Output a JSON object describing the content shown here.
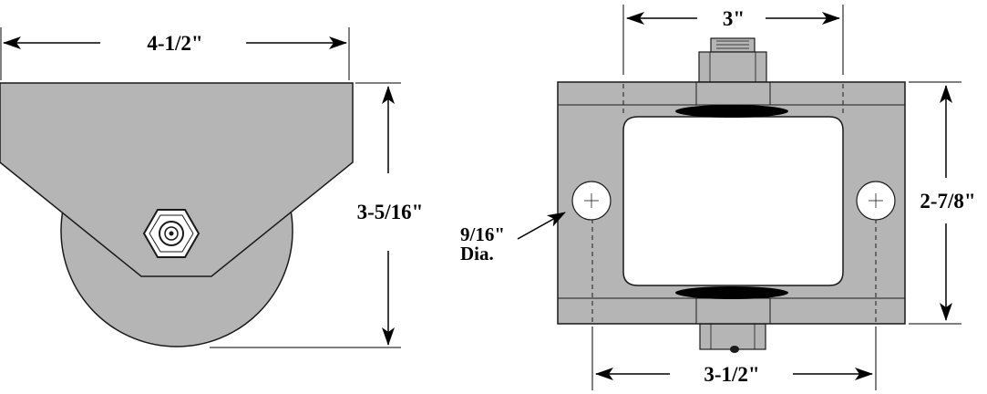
{
  "colors": {
    "body_fill": "#b5b5b5",
    "line": "#1a1a1a",
    "paper": "#ffffff",
    "slot": "#000000"
  },
  "side_view": {
    "width_label": "4-1/2\"",
    "height_label": "3-5/16\""
  },
  "top_view": {
    "top_width_label": "3\"",
    "height_label": "2-7/8\"",
    "bottom_width_label": "3-1/2\"",
    "hole_label_line1": "9/16\"",
    "hole_label_line2": "Dia."
  }
}
